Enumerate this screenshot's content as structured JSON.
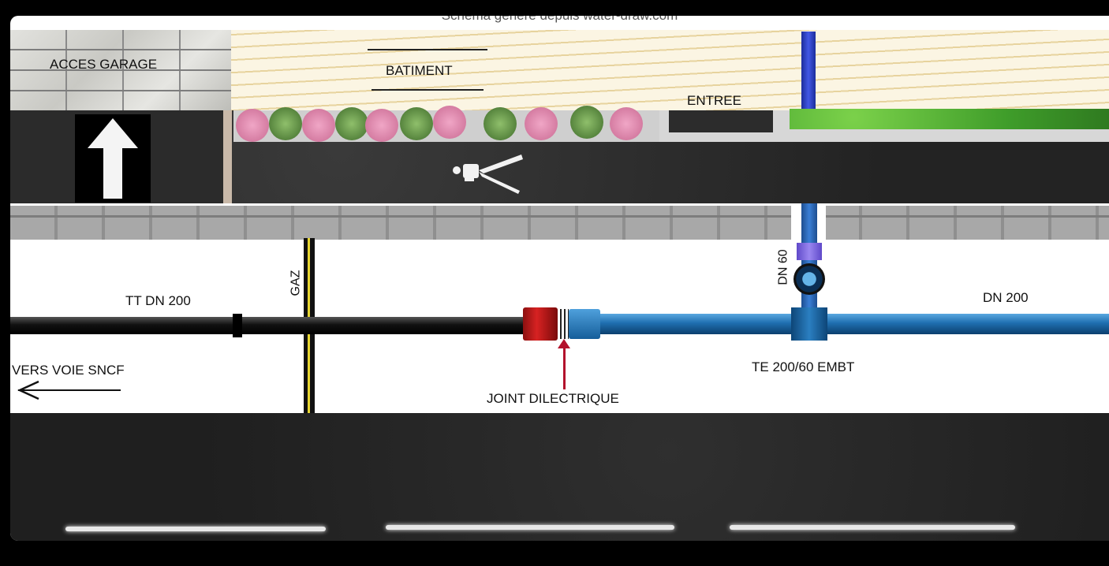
{
  "caption": "Schéma généré depuis water-draw.com",
  "labels": {
    "garage_access": "ACCES GARAGE",
    "building": "BATIMENT",
    "entrance": "ENTREE",
    "gas": "GAZ",
    "tt_dn200": "TT DN 200",
    "dn60": "DN 60",
    "dn200": "DN 200",
    "to_sncf": "VERS VOIE SNCF",
    "tee": "TE 200/60 EMBT",
    "dielectric_joint": "JOINT DILECTRIQUE"
  },
  "colors": {
    "black_pipe": "#111111",
    "blue_pipe": "#1f6fb0",
    "dielectric_flange": "#d72222",
    "annotation_arrow": "#b3122c",
    "gas_stripe": "#e7d631"
  },
  "icons": {
    "up_arrow": "up-arrow-icon",
    "pedestrian": "pedestrian-icon",
    "left_arrow": "left-arrow-icon",
    "valve": "valve-icon"
  }
}
